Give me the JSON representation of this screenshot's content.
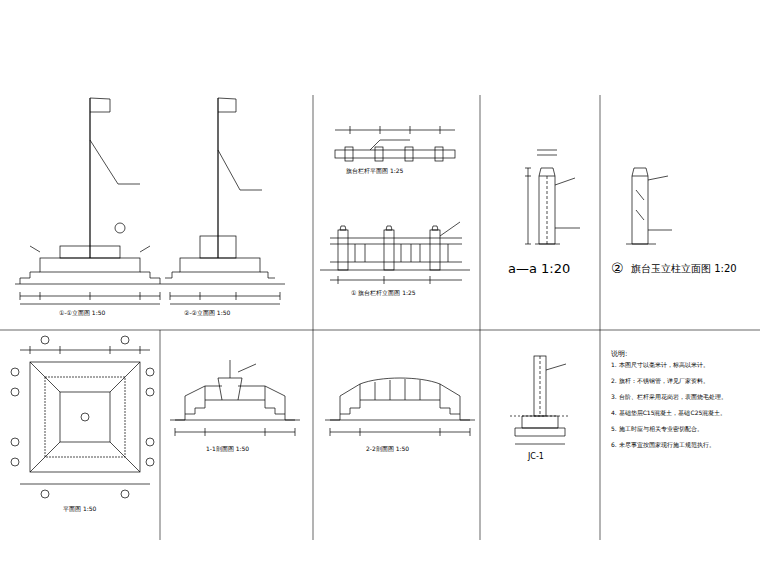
{
  "diagram": {
    "labels": [
      "①-①立面图 1:50",
      "②-②立面图 1:50",
      "旗台栏杆平面图 1:25",
      "① 旗台栏杆立面图 1:25",
      "a—a 1:20",
      "②",
      "旗台玉立柱立面图 1:20",
      "平面图 1:50",
      "1-1剖面图 1:50",
      "2-2剖面图 1:50",
      "JC-1",
      "说明:",
      "1. 本图尺寸以毫米计，标高以米计。",
      "2. 旗杆：不锈钢管，详见厂家资料。",
      "3. 台阶、栏杆采用花岗岩，表面烧毛处理。",
      "4. 基础垫层C15混凝土，基础C25混凝土。",
      "5. 施工时应与相关专业密切配合。",
      "6. 未尽事宜按国家现行施工规范执行。"
    ]
  }
}
